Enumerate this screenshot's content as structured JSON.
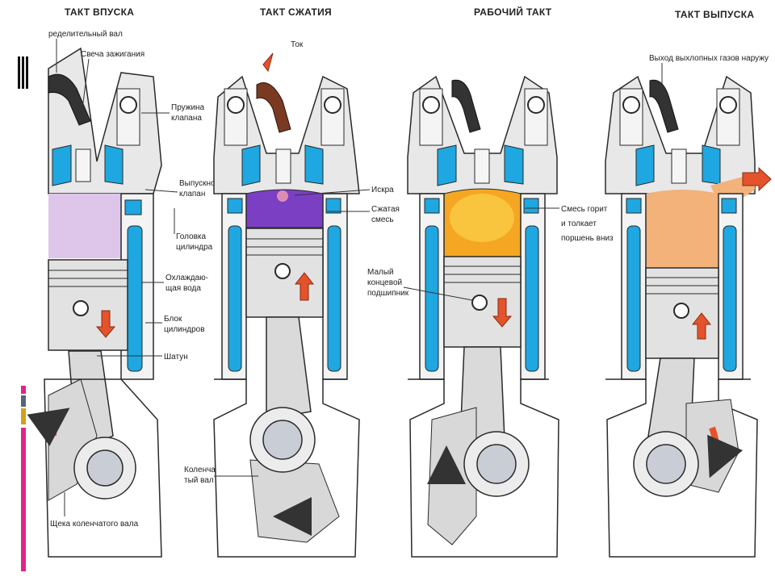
{
  "titles": {
    "intake": "ТАКТ ВПУСКА",
    "compression": "ТАКТ СЖАТИЯ",
    "power": "РАБОЧИЙ ТАКТ",
    "exhaust": "ТАКТ ВЫПУСКА"
  },
  "labels": {
    "camshaft": "ределительный вал",
    "spark_plug": "Свеча зажигания",
    "valve_spring_1": "Пружина",
    "valve_spring_2": "клапана",
    "exhaust_valve_1": "Выпускной",
    "exhaust_valve_2": "клапан",
    "cyl_head_1": "Головка",
    "cyl_head_2": "цилиндра",
    "coolant_1": "Охлаждаю-",
    "coolant_2": "щая вода",
    "cyl_block_1": "Блок",
    "cyl_block_2": "цилиндров",
    "conrod": "Шатун",
    "crank_web": "Щека коленчатого вала",
    "current": "Ток",
    "crankshaft_1": "Коленча",
    "crankshaft_2": "тый вал",
    "spark": "Искра",
    "mixture_1": "Сжатая",
    "mixture_2": "смесь",
    "small_end_1": "Малый",
    "small_end_2": "концевой",
    "small_end_3": "подшипник",
    "burns_1": "Смесь горит",
    "burns_2": "и толкает",
    "burns_3": "поршень вниз",
    "exhaust_out": "Выход выхлопных газов наружу"
  },
  "colors": {
    "coolant": "#1ea7e0",
    "intake_charge": "#ddc6ea",
    "compressed_charge": "#7b3fc4",
    "burning": "#f5a623",
    "exhaust_gas": "#f2b27a",
    "arrow": "#e4532b",
    "steel": "#e2e2e2",
    "outline": "#2a2a2a",
    "deco_pink": "#e0258a",
    "deco_gold": "#d4a017",
    "deco_slate": "#5a6275"
  }
}
